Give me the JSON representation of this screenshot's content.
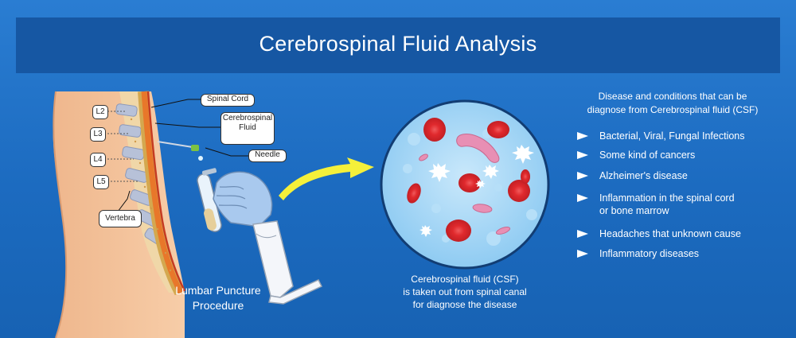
{
  "title": "Cerebrospinal Fluid Analysis",
  "labels": {
    "spinal_cord": "Spinal Cord",
    "csf_line1": "Cerebrospinal",
    "csf_line2": "Fluid",
    "needle": "Needle",
    "vertebra": "Vertebra"
  },
  "vertebrae": [
    "L2",
    "L3",
    "L4",
    "L5"
  ],
  "procedure": {
    "line1": "Lumbar Puncture",
    "line2": "Procedure"
  },
  "csf_caption": {
    "line1": "Cerebrospinal fluid (CSF)",
    "line2": "is taken out from spinal canal",
    "line3": "for diagnose the disease"
  },
  "conditions": {
    "heading_line1": "Disease and conditions that can be",
    "heading_line2": "diagnose from Cerebrospinal fluid (CSF)",
    "items": [
      {
        "line1": "Bacterial, Viral, Fungal Infections",
        "line2": ""
      },
      {
        "line1": "Some kind of cancers",
        "line2": ""
      },
      {
        "line1": "Alzheimer's disease",
        "line2": ""
      },
      {
        "line1": "Inflammation in the spinal cord",
        "line2": "or bone marrow"
      },
      {
        "line1": "Headaches that unknown cause",
        "line2": ""
      },
      {
        "line1": "Inflammatory diseases",
        "line2": ""
      }
    ]
  },
  "stock_id": "328641065",
  "colors": {
    "background": "#1e6fc4",
    "banner": "#1657a3",
    "skin": "#f6c9a2",
    "spinal_cord": "#e8772a",
    "red_cell": "#d9262b",
    "bacteria": "#e88fb4",
    "arrow": "#f5f03a",
    "glove": "#a9c9ee"
  }
}
